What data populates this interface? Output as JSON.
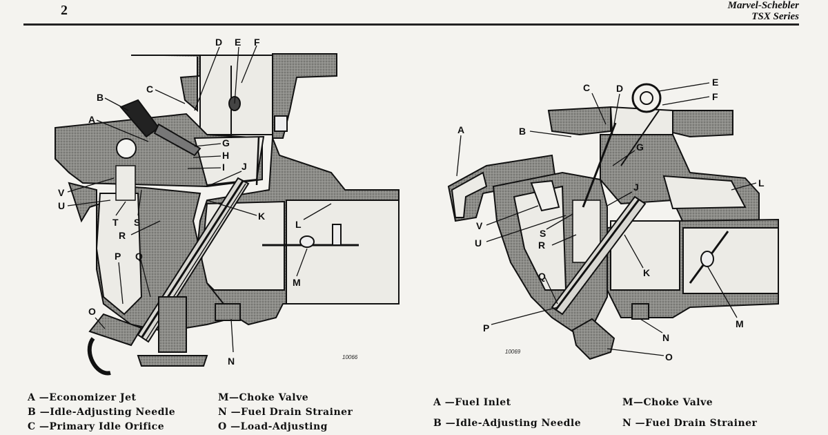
{
  "header": {
    "page_number": "2",
    "title_line1": "Marvel-Schebler",
    "title_line2": "TSX Series"
  },
  "left_figure": {
    "callouts": [
      "D",
      "E",
      "F",
      "B",
      "C",
      "A",
      "G",
      "H",
      "I",
      "J",
      "V",
      "U",
      "T",
      "S",
      "K",
      "L",
      "R",
      "P",
      "Q",
      "M",
      "O",
      "N"
    ],
    "drawing_number": "10066",
    "legend_col1": [
      "A —Economizer Jet",
      "B —Idle-Adjusting Needle",
      "C —Primary Idle Orifice"
    ],
    "legend_col2": [
      "M—Choke Valve",
      "N —Fuel Drain Strainer",
      "O —Load-Adjusting"
    ]
  },
  "right_figure": {
    "callouts": [
      "C",
      "D",
      "E",
      "F",
      "A",
      "B",
      "G",
      "L",
      "J",
      "V",
      "S",
      "U",
      "R",
      "K",
      "Q",
      "M",
      "P",
      "N",
      "O"
    ],
    "drawing_number": "10069",
    "legend_col1": [
      "A —Fuel Inlet",
      "B —Idle-Adjusting Needle"
    ],
    "legend_col2": [
      "M—Choke Valve",
      "N —Fuel Drain Strainer"
    ]
  },
  "colors": {
    "ink": "#111111",
    "paper": "#f4f3ef",
    "metal_shade": "#8a8a86",
    "interior": "#e9e8e3"
  }
}
